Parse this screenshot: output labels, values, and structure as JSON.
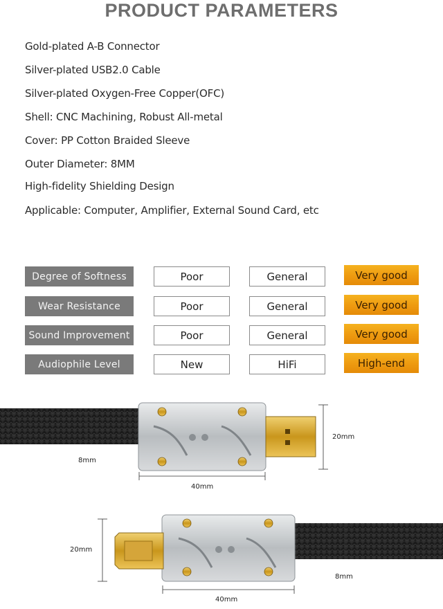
{
  "title": "PRODUCT PARAMETERS",
  "parameters": [
    "Gold-plated A-B Connector",
    "Silver-plated USB2.0 Cable",
    "Silver-plated Oxygen-Free Copper(OFC)",
    "Shell: CNC Machining, Robust All-metal",
    "Cover: PP Cotton Braided Sleeve",
    "Outer Diameter: 8MM",
    "High-fidelity Shielding Design",
    "Applicable: Computer, Amplifier, External Sound Card, etc"
  ],
  "comparison": [
    {
      "label": "Degree of Softness",
      "col1": "Poor",
      "col2": "General",
      "col3": "Very good"
    },
    {
      "label": "Wear Resistance",
      "col1": "Poor",
      "col2": "General",
      "col3": "Very good"
    },
    {
      "label": "Sound Improvement",
      "col1": "Poor",
      "col2": "General",
      "col3": "Very good"
    },
    {
      "label": "Audiophile Level",
      "col1": "New",
      "col2": "HiFi",
      "col3": "High-end"
    }
  ],
  "dimensions": {
    "a_height": "20mm",
    "a_cable": "8mm",
    "a_length": "40mm",
    "b_height": "20mm",
    "b_cable": "8mm",
    "b_length": "40mm"
  },
  "colors": {
    "title": "#6e6e6e",
    "label_bg": "#7a7a7a",
    "highlight": "#f0a214",
    "cable": "#1c1c1c",
    "shell": "#c9ccce",
    "gold": "#e2b23a"
  }
}
